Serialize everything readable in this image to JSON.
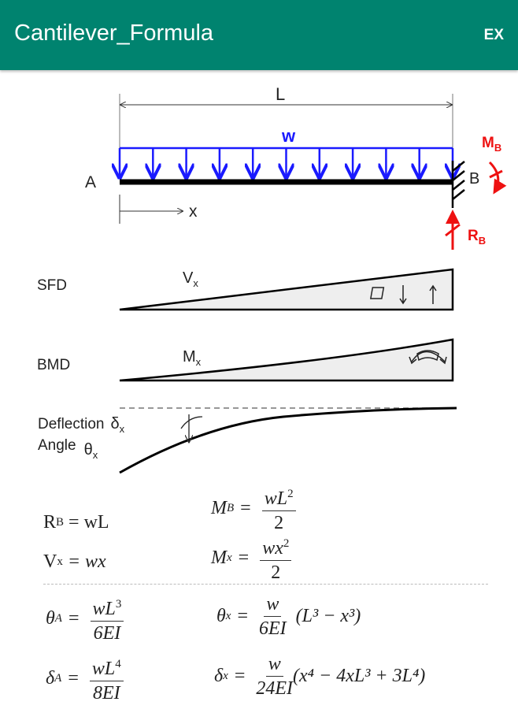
{
  "header": {
    "title": "Cantilever_Formula",
    "ex_label": "EX"
  },
  "diagram": {
    "length_label": "L",
    "load_label": "w",
    "point_a": "A",
    "point_b": "B",
    "x_label": "x",
    "moment_label": "M",
    "moment_sub": "B",
    "reaction_label": "R",
    "reaction_sub": "B",
    "sfd_label": "SFD",
    "shear_label": "V",
    "shear_sub": "x",
    "bmd_label": "BMD",
    "bending_label": "M",
    "bending_sub": "x",
    "deflection_label": "Deflection",
    "deflection_sym": "δ",
    "deflection_sub": "x",
    "angle_label": "Angle",
    "angle_sym": "θ",
    "angle_sub": "x",
    "colors": {
      "load": "#1a1aff",
      "reaction": "#ee1111",
      "header": "#00836f"
    }
  },
  "formulas": {
    "rb": {
      "lhs": "R",
      "sub": "B",
      "rhs": "= wL"
    },
    "vx": {
      "lhs": "V",
      "sub": "x",
      "rhs": "= wx"
    },
    "mb": {
      "lhs": "M",
      "sub": "B",
      "num": "wL",
      "num_exp": "2",
      "den": "2"
    },
    "mx": {
      "lhs": "M",
      "sub": "x",
      "num": "wx",
      "num_exp": "2",
      "den": "2"
    },
    "theta_a": {
      "lhs": "θ",
      "sub": "A",
      "num": "wL",
      "num_exp": "3",
      "den": "6EI"
    },
    "theta_x": {
      "lhs": "θ",
      "sub": "x",
      "num": "w",
      "den": "6EI",
      "tail": "(L³ − x³)"
    },
    "delta_a": {
      "lhs": "δ",
      "sub": "A",
      "num": "wL",
      "num_exp": "4",
      "den": "8EI"
    },
    "delta_x": {
      "lhs": "δ",
      "sub": "x",
      "num": "w",
      "den": "24EI",
      "tail": "(x⁴ − 4xL³ + 3L⁴)"
    },
    "equals": "="
  }
}
